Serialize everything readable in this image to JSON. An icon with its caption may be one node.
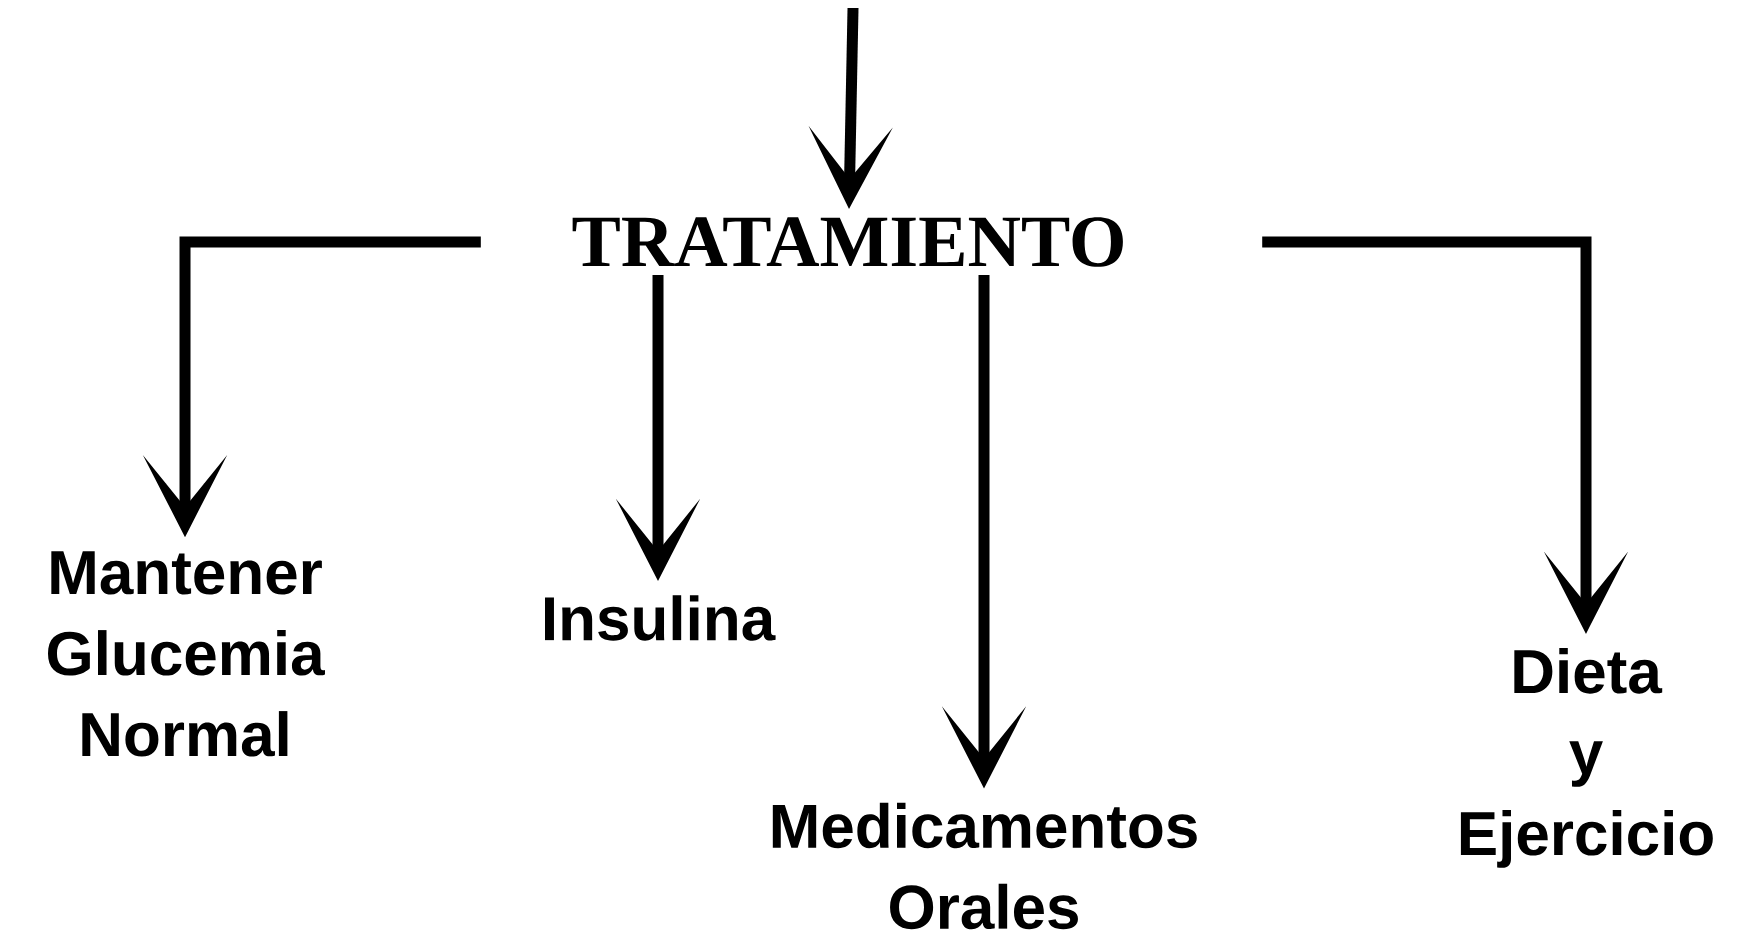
{
  "diagram": {
    "nodes": [
      {
        "text": [
          "TRATAMIENTO"
        ]
      },
      {
        "text": [
          "Mantener Glucemia Normal"
        ]
      },
      {
        "text": [
          "Insulina"
        ]
      },
      {
        "text": [
          "Medicamentos Orales"
        ]
      },
      {
        "text": [
          "Dieta y Ejercicio"
        ]
      }
    ],
    "edges": [
      {
        "from": null,
        "to": 0,
        "arrow": "to"
      },
      {
        "from": 0,
        "to": 1,
        "arrow": "to"
      },
      {
        "from": 0,
        "to": 2,
        "arrow": "to"
      },
      {
        "from": 0,
        "to": 3,
        "arrow": "to"
      },
      {
        "from": 0,
        "to": 4,
        "arrow": "to"
      }
    ]
  }
}
